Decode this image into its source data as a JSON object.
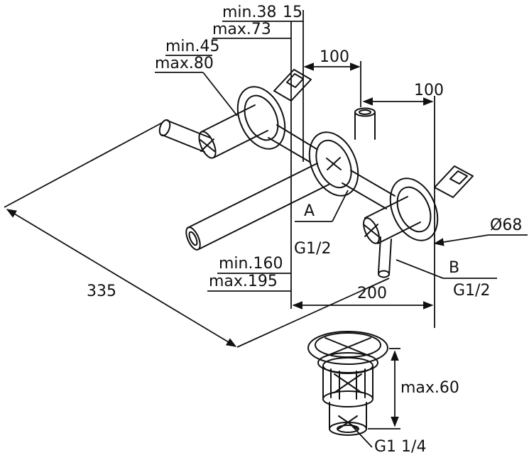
{
  "figure": {
    "kind": "technical installation drawing",
    "subject": "wall-mounted three-hole basin mixer with pop-up waste",
    "line_color": "#111111",
    "background_color": "#ffffff"
  },
  "labels": {
    "depth_min": "min.38",
    "wall_offset": "15",
    "depth_max": "max.73",
    "handle_min": "min.45",
    "handle_max": "max.80",
    "pitch_left": "100",
    "pitch_right": "100",
    "outlet_a": "A",
    "outlet_a_thread": "G1/2",
    "escutcheon_diameter": "Ø68",
    "outlet_b": "B",
    "outlet_b_thread": "G1/2",
    "spout_min": "min.160",
    "spout_max": "max.195",
    "overall_length": "335",
    "center_distance": "200",
    "waste_height": "max.60",
    "waste_thread": "G1 1/4"
  }
}
